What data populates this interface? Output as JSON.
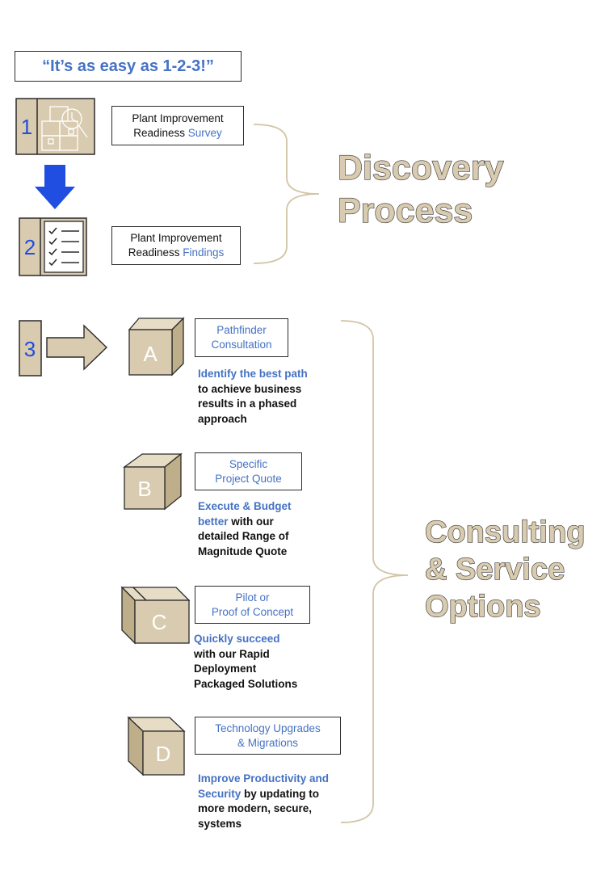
{
  "tagline": "“It’s as easy as 1-2-3!”",
  "steps": [
    {
      "number": "1",
      "icon": "boxes-search-icon",
      "label_line1": "Plant Improvement",
      "label_prefix": "Readiness ",
      "label_highlight": "Survey"
    },
    {
      "number": "2",
      "icon": "checklist-icon",
      "label_line1": "Plant Improvement",
      "label_prefix": "Readiness ",
      "label_highlight": "Findings"
    },
    {
      "number": "3"
    }
  ],
  "discovery": {
    "line1": "Discovery",
    "line2": "Process"
  },
  "consulting": {
    "line1": "Consulting",
    "line2": "& Service",
    "line3": "Options"
  },
  "options": [
    {
      "letter": "A",
      "title_line1": "Pathfinder",
      "title_line2": "Consultation",
      "desc_lines": [
        {
          "blue": "Identify the best path",
          "rest": ""
        },
        {
          "blue": "",
          "rest": "to achieve business"
        },
        {
          "blue": "",
          "rest": "results in a phased"
        },
        {
          "blue": "",
          "rest": "approach"
        }
      ]
    },
    {
      "letter": "B",
      "title_line1": "Specific",
      "title_line2": "Project Quote",
      "desc_lines": [
        {
          "blue": "Execute & Budget",
          "rest": ""
        },
        {
          "blue": "better",
          "rest": " with our"
        },
        {
          "blue": "",
          "rest": "detailed Range of"
        },
        {
          "blue": "",
          "rest": "Magnitude Quote"
        }
      ]
    },
    {
      "letter": "C",
      "title_line1": "Pilot or",
      "title_line2": "Proof of Concept",
      "desc_lines": [
        {
          "blue": "Quickly succeed",
          "rest": ""
        },
        {
          "blue": "",
          "rest": "with our Rapid"
        },
        {
          "blue": "",
          "rest": "Deployment"
        },
        {
          "blue": "",
          "rest": "Packaged Solutions"
        }
      ]
    },
    {
      "letter": "D",
      "title_line1": "Technology Upgrades",
      "title_line2": "& Migrations",
      "desc_lines": [
        {
          "blue": "Improve Productivity and",
          "rest": ""
        },
        {
          "blue": "Security",
          "rest": " by updating to"
        },
        {
          "blue": "",
          "rest": "more modern, secure,"
        },
        {
          "blue": "",
          "rest": "systems"
        }
      ]
    }
  ],
  "colors": {
    "tan": "#d9cbaf",
    "blue_text": "#4472c4",
    "arrow_blue": "#1f4ee0",
    "bracket": "#d2c4a4"
  }
}
